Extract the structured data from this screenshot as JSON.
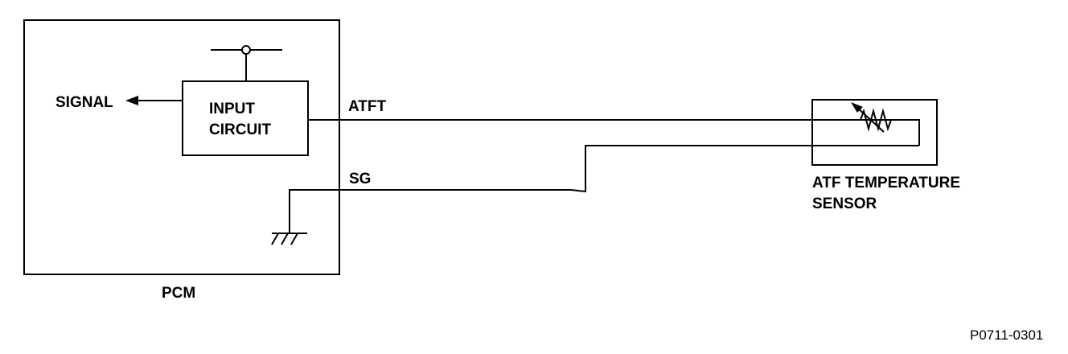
{
  "labels": {
    "signal": "SIGNAL",
    "input_circuit_line1": "INPUT",
    "input_circuit_line2": "CIRCUIT",
    "atft": "ATFT",
    "sg": "SG",
    "sensor_line1": "ATF TEMPERATURE",
    "sensor_line2": "SENSOR",
    "pcm": "PCM",
    "figure_id": "P0711-0301"
  },
  "icons": [
    "power-supply-terminal-icon",
    "arrow-left-icon",
    "ground-icon",
    "thermistor-icon"
  ],
  "colors": {
    "line": "#000000",
    "background": "#ffffff"
  }
}
